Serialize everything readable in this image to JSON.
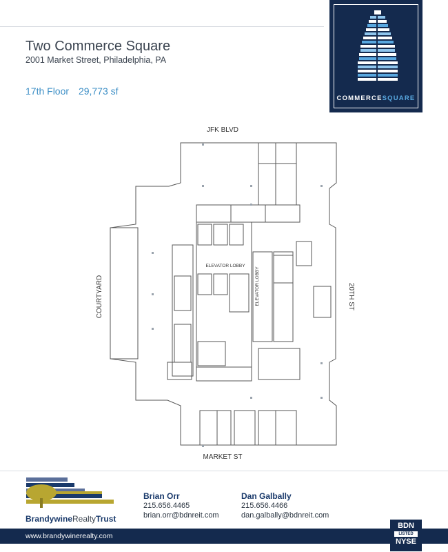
{
  "building": {
    "name": "Two Commerce Square",
    "address": "2001 Market Street, Philadelphia, PA"
  },
  "floor": {
    "label": "17th Floor",
    "area": "29,773 sf"
  },
  "logo": {
    "word_part1": "COMMERCE",
    "word_part2": "SQUARE"
  },
  "plan": {
    "north": "JFK BLVD",
    "south": "MARKET ST",
    "west": "COURTYARD",
    "east": "20TH ST",
    "lobby_horizontal": "ELEVATOR LOBBY",
    "lobby_vertical": "ELEVATOR LOBBY"
  },
  "company": {
    "name_bold": "Brandywine",
    "name_light": "Realty",
    "name_bold2": "Trust",
    "website": "www.brandywinerealty.com",
    "ticker_top": "BDN",
    "ticker_mid": "LISTED",
    "ticker_bottom": "NYSE"
  },
  "contacts": [
    {
      "name": "Brian Orr",
      "phone": "215.656.4465",
      "email": "brian.orr@bdnreit.com"
    },
    {
      "name": "Dan Galbally",
      "phone": "215.656.4466",
      "email": "dan.galbally@bdnreit.com"
    }
  ],
  "colors": {
    "navy": "#142a4e",
    "accent_blue": "#3d8fc6",
    "olive": "#b8a631"
  }
}
